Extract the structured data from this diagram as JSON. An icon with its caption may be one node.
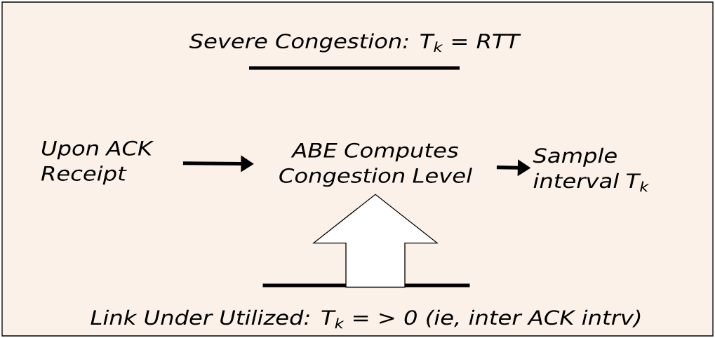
{
  "diagram": {
    "nodes": [
      {
        "text": [],
        "shape": "bar",
        "beside": [
          "Severe Congestion:  T$_{k}$ = RTT"
        ]
      },
      {
        "text": [
          "Upon ACK Receipt"
        ]
      },
      {
        "text": [
          "ABE Computes Congestion Level"
        ]
      },
      {
        "text": [
          "Sample interval T$_{k}$"
        ]
      },
      {
        "text": [],
        "shape": "bar",
        "beside": [
          "Link Under Utilized:  T$_{k}$ = > 0 (ie, inter ACK intrv)"
        ]
      }
    ],
    "edges": [
      {
        "from": 1,
        "to": 2,
        "arrow": "to"
      },
      {
        "from": 2,
        "to": 3,
        "arrow": "to"
      },
      {
        "from": 4,
        "to": 2,
        "arrow": "to",
        "style": "thick"
      }
    ]
  }
}
